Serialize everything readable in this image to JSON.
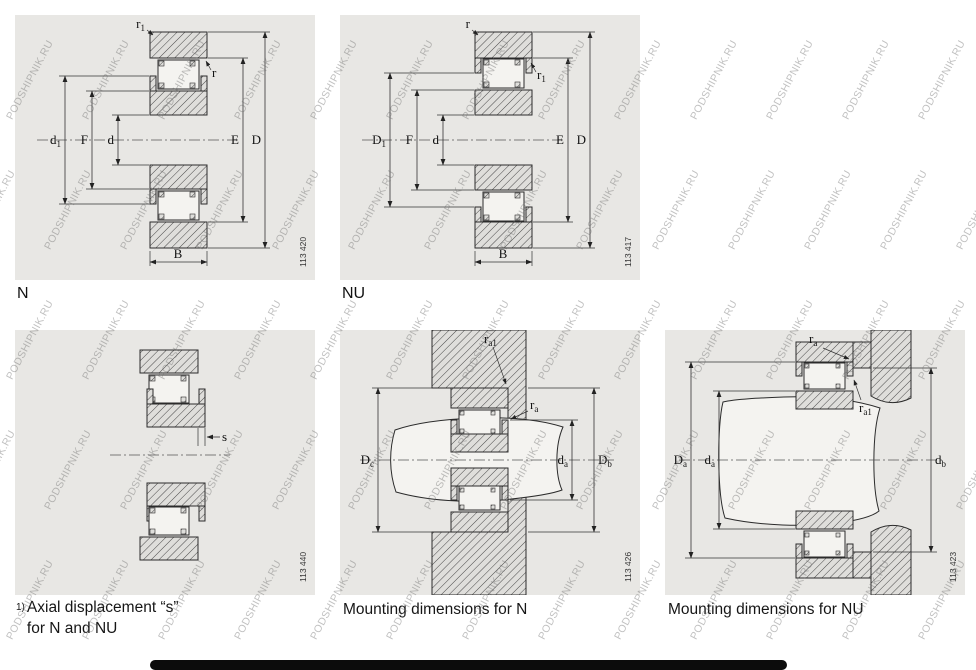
{
  "watermark": {
    "text": "PODSHIPNIK.RU"
  },
  "colors": {
    "panel_bg": "#e8e7e4",
    "line": "#2b2b2b",
    "watermark": "#6c6c6c"
  },
  "panels": {
    "n": {
      "label": "N",
      "figure_number": "113 420",
      "dims": {
        "r1": {
          "base": "r",
          "sub": "1"
        },
        "r": {
          "base": "r",
          "sub": ""
        },
        "d1": {
          "base": "d",
          "sub": "1"
        },
        "F": {
          "base": "F",
          "sub": ""
        },
        "d": {
          "base": "d",
          "sub": ""
        },
        "E": {
          "base": "E",
          "sub": ""
        },
        "D": {
          "base": "D",
          "sub": ""
        },
        "B": {
          "base": "B",
          "sub": ""
        }
      }
    },
    "nu": {
      "label": "NU",
      "figure_number": "113 417",
      "dims": {
        "r": {
          "base": "r",
          "sub": ""
        },
        "r1": {
          "base": "r",
          "sub": "1"
        },
        "D1": {
          "base": "D",
          "sub": "1"
        },
        "F": {
          "base": "F",
          "sub": ""
        },
        "d": {
          "base": "d",
          "sub": ""
        },
        "E": {
          "base": "E",
          "sub": ""
        },
        "D": {
          "base": "D",
          "sub": ""
        },
        "B": {
          "base": "B",
          "sub": ""
        }
      }
    },
    "axial": {
      "figure_number": "113 440",
      "caption_sup": "1)",
      "caption_line1": "Axial displacement “s”",
      "caption_line2": "for N and NU",
      "dims": {
        "s": {
          "base": "s",
          "sub": ""
        }
      }
    },
    "mount_n": {
      "figure_number": "113 426",
      "caption": "Mounting dimensions for N",
      "dims": {
        "ra1": {
          "base": "r",
          "sub": "a1"
        },
        "ra": {
          "base": "r",
          "sub": "a"
        },
        "Dc": {
          "base": "D",
          "sub": "c"
        },
        "da": {
          "base": "d",
          "sub": "a"
        },
        "Db": {
          "base": "D",
          "sub": "b"
        }
      }
    },
    "mount_nu": {
      "figure_number": "113 423",
      "caption": "Mounting dimensions for NU",
      "dims": {
        "ra": {
          "base": "r",
          "sub": "a"
        },
        "ra1": {
          "base": "r",
          "sub": "a1"
        },
        "Da": {
          "base": "D",
          "sub": "a"
        },
        "da": {
          "base": "d",
          "sub": "a"
        },
        "db": {
          "base": "d",
          "sub": "b"
        }
      }
    }
  }
}
